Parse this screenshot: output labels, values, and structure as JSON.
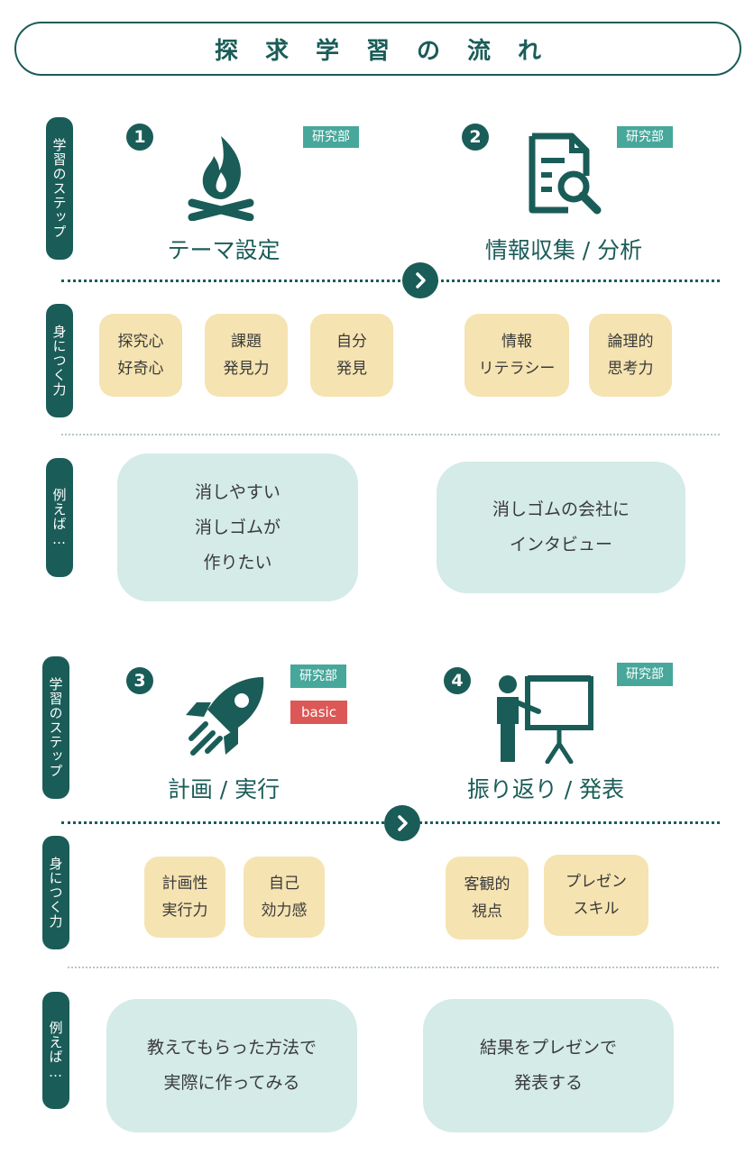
{
  "title": "探求学習の流れ",
  "side_labels": {
    "steps": "学習のステップ",
    "skills": "身につく力",
    "examples": "例えば…"
  },
  "steps": [
    {
      "number": "1",
      "label": "テーマ設定",
      "tag": "研究部",
      "icon": "campfire-icon"
    },
    {
      "number": "2",
      "label": "情報収集 / 分析",
      "tag": "研究部",
      "icon": "document-search-icon"
    },
    {
      "number": "3",
      "label": "計画 / 実行",
      "tag": "研究部",
      "tag2": "basic",
      "icon": "rocket-icon"
    },
    {
      "number": "4",
      "label": "振り返り / 発表",
      "tag": "研究部",
      "icon": "presentation-icon"
    }
  ],
  "skills_row1": [
    {
      "line1": "探究心",
      "line2": "好奇心"
    },
    {
      "line1": "課題",
      "line2": "発見力"
    },
    {
      "line1": "自分",
      "line2": "発見"
    },
    {
      "line1": "情報",
      "line2": "リテラシー"
    },
    {
      "line1": "論理的",
      "line2": "思考力"
    }
  ],
  "skills_row2": [
    {
      "line1": "計画性",
      "line2": "実行力"
    },
    {
      "line1": "自己",
      "line2": "効力感"
    },
    {
      "line1": "客観的",
      "line2": "視点"
    },
    {
      "line1": "プレゼン",
      "line2": "スキル"
    }
  ],
  "examples_row1": [
    {
      "lines": [
        "消しやすい",
        "消しゴムが",
        "作りたい"
      ]
    },
    {
      "lines": [
        "消しゴムの会社に",
        "インタビュー"
      ]
    }
  ],
  "examples_row2": [
    {
      "lines": [
        "教えてもらった方法で",
        "実際に作ってみる"
      ]
    },
    {
      "lines": [
        "結果をプレゼンで",
        "発表する"
      ]
    }
  ],
  "colors": {
    "primary": "#1a5c58",
    "tag_teal": "#47a79b",
    "tag_red": "#dc5856",
    "skill_bg": "#f5e3b1",
    "example_bg": "#d4ebe8"
  }
}
